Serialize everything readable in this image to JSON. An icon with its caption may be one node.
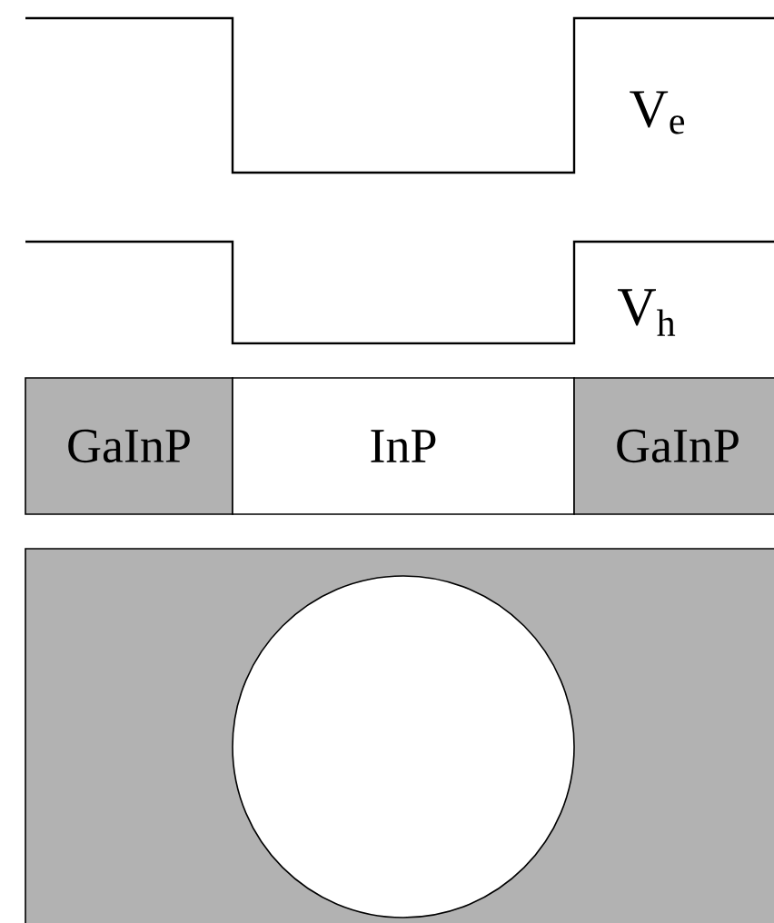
{
  "diagram": {
    "nodes": [
      {
        "text": [
          "GaInP"
        ]
      },
      {
        "text": [
          "InP"
        ]
      },
      {
        "text": [
          "GaInP"
        ]
      },
      {
        "text": [],
        "shape": "box"
      },
      {
        "text": [],
        "shape": "circle",
        "in": 3
      }
    ],
    "labels": [
      "V$_{e}$",
      "V$_{h}$"
    ]
  }
}
